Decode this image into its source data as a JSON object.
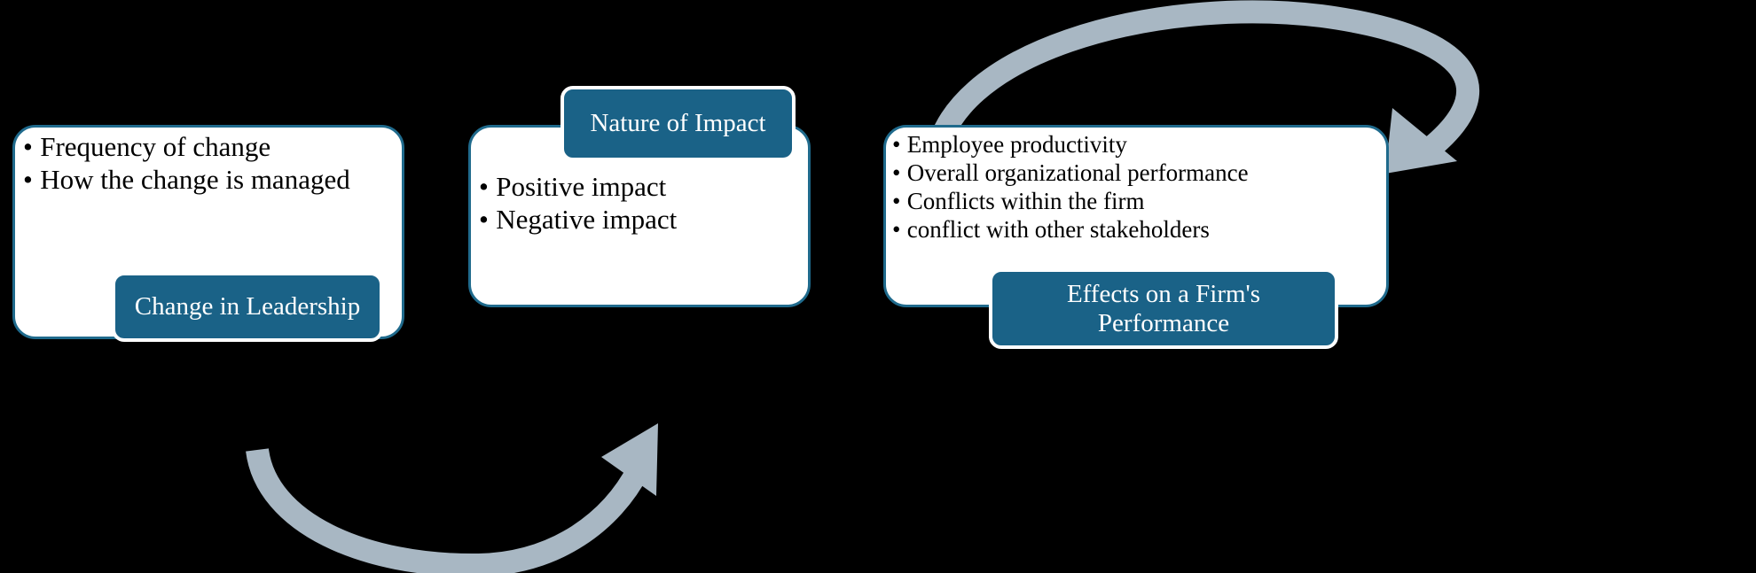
{
  "diagram": {
    "title": "Change in Leadership impact process flow",
    "background_color": "#000000",
    "accent_color": "#1a6287",
    "border_color": "#1f6a8c",
    "arrow_color": "#a8b7c3",
    "card_color": "#ffffff",
    "tag_text_color": "#ffffff"
  },
  "stages": [
    {
      "id": "change-in-leadership",
      "tag_label": "Change in Leadership",
      "bullets": [
        "Frequency of change",
        "How the change is managed"
      ]
    },
    {
      "id": "nature-of-impact",
      "tag_label": "Nature of Impact",
      "bullets": [
        "Positive impact",
        "Negative impact"
      ]
    },
    {
      "id": "effects-on-firm-performance",
      "tag_label": "Effects on a Firm's\nPerformance",
      "tag_line1": "Effects on a Firm's",
      "tag_line2": "Performance",
      "bullets": [
        "Employee productivity",
        "Overall organizational performance",
        "Conflicts within the firm",
        "conflict with other stakeholders"
      ]
    }
  ],
  "connectors": [
    {
      "id": "arrow-stage1-to-stage2",
      "from": "change-in-leadership",
      "to": "nature-of-impact",
      "shape": "curved-arc-below",
      "direction": "left-to-right",
      "color": "#a8b7c3"
    },
    {
      "id": "arrow-stage2-to-stage3",
      "from": "nature-of-impact",
      "to": "effects-on-firm-performance",
      "shape": "curved-arc-above",
      "direction": "left-to-right",
      "color": "#a8b7c3"
    }
  ]
}
